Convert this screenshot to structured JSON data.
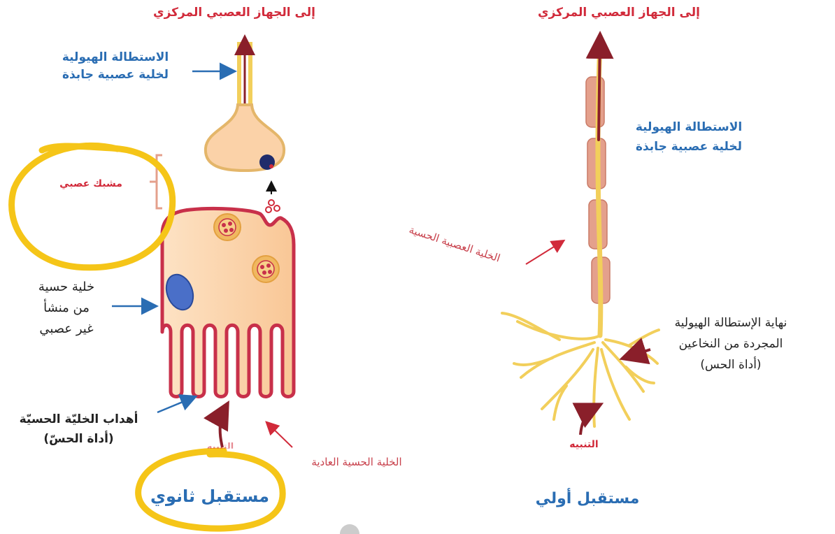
{
  "colors": {
    "red_label": "#d12a3a",
    "blue_label": "#2a6db3",
    "dark_label": "#222222",
    "cell_fill": "#fbd2a8",
    "cell_outline": "#c8304a",
    "axon": "#f2cf5b",
    "myelin": "#e4a08c",
    "nucleus": "#4a6fc8",
    "highlight": "#f5c518"
  },
  "left": {
    "to_cns": "إلى الجهاز العصبي المركزي",
    "afferent_axon_line1": "الاستطالة الهيولية",
    "afferent_axon_line2": "لخلية عصبية جابذة",
    "synapse": "مشبك عصبي",
    "sensory_cell_line1": "خلية حسية",
    "sensory_cell_line2": "من منشأ",
    "sensory_cell_line3": "غير عصبي",
    "cilia_line1": "أهداب الخليّة الحسيّة",
    "cilia_line2": "(أداة الحسّ)",
    "ordinary_cell": "الخلية الحسية العادية",
    "stimulus_partial": "التنبيه",
    "receptor_type": "مستقبل ثانوي"
  },
  "right": {
    "to_cns": "إلى الجهاز العصبي المركزي",
    "afferent_axon_line1": "الاستطالة الهيولية",
    "afferent_axon_line2": "لخلية عصبية جابذة",
    "sensory_neuron": "الخلية العصبية الحسية",
    "ending_line1": "نهاية الإستطالة الهيولية",
    "ending_line2": "المجردة من النخاعين",
    "ending_line3": "(أداة الحس)",
    "stimulus": "التنبيه",
    "receptor_type": "مستقبل أولي"
  }
}
